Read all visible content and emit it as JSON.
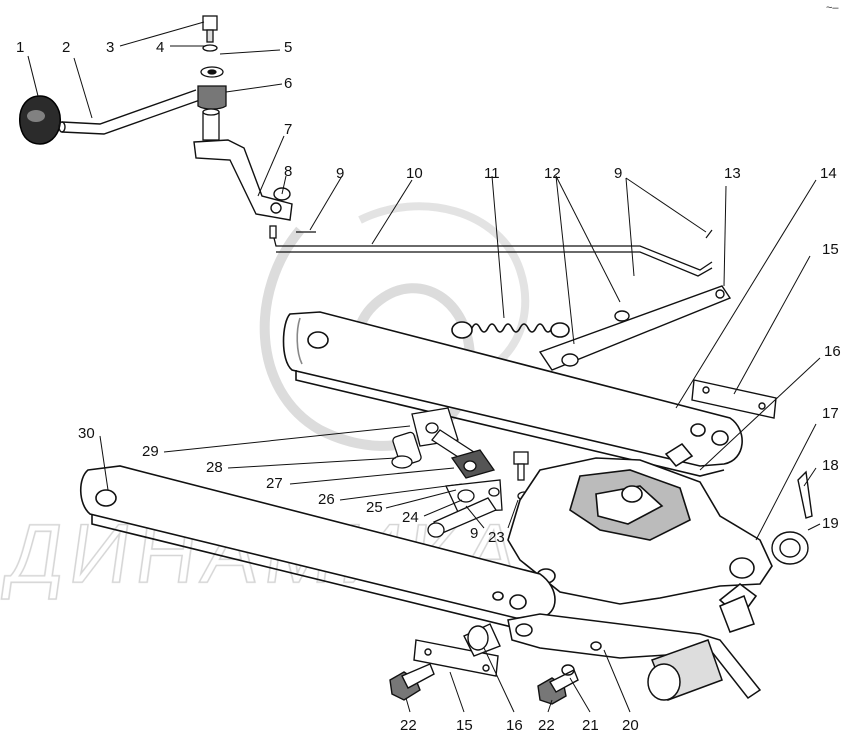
{
  "diagram": {
    "watermark": "ДИНАМИКА 76",
    "corner_mark": "~–",
    "callouts": [
      {
        "id": "c1",
        "label": "1"
      },
      {
        "id": "c2",
        "label": "2"
      },
      {
        "id": "c3",
        "label": "3"
      },
      {
        "id": "c4",
        "label": "4"
      },
      {
        "id": "c5",
        "label": "5"
      },
      {
        "id": "c6",
        "label": "6"
      },
      {
        "id": "c7",
        "label": "7"
      },
      {
        "id": "c8",
        "label": "8"
      },
      {
        "id": "c9a",
        "label": "9"
      },
      {
        "id": "c10",
        "label": "10"
      },
      {
        "id": "c11",
        "label": "11"
      },
      {
        "id": "c12",
        "label": "12"
      },
      {
        "id": "c9b",
        "label": "9"
      },
      {
        "id": "c13",
        "label": "13"
      },
      {
        "id": "c14",
        "label": "14"
      },
      {
        "id": "c15a",
        "label": "15"
      },
      {
        "id": "c16a",
        "label": "16"
      },
      {
        "id": "c17",
        "label": "17"
      },
      {
        "id": "c18",
        "label": "18"
      },
      {
        "id": "c19",
        "label": "19"
      },
      {
        "id": "c30",
        "label": "30"
      },
      {
        "id": "c29",
        "label": "29"
      },
      {
        "id": "c28",
        "label": "28"
      },
      {
        "id": "c27",
        "label": "27"
      },
      {
        "id": "c26",
        "label": "26"
      },
      {
        "id": "c25",
        "label": "25"
      },
      {
        "id": "c24",
        "label": "24"
      },
      {
        "id": "c9c",
        "label": "9"
      },
      {
        "id": "c23",
        "label": "23"
      },
      {
        "id": "c22a",
        "label": "22"
      },
      {
        "id": "c15b",
        "label": "15"
      },
      {
        "id": "c16b",
        "label": "16"
      },
      {
        "id": "c22b",
        "label": "22"
      },
      {
        "id": "c21",
        "label": "21"
      },
      {
        "id": "c20",
        "label": "20"
      }
    ]
  }
}
